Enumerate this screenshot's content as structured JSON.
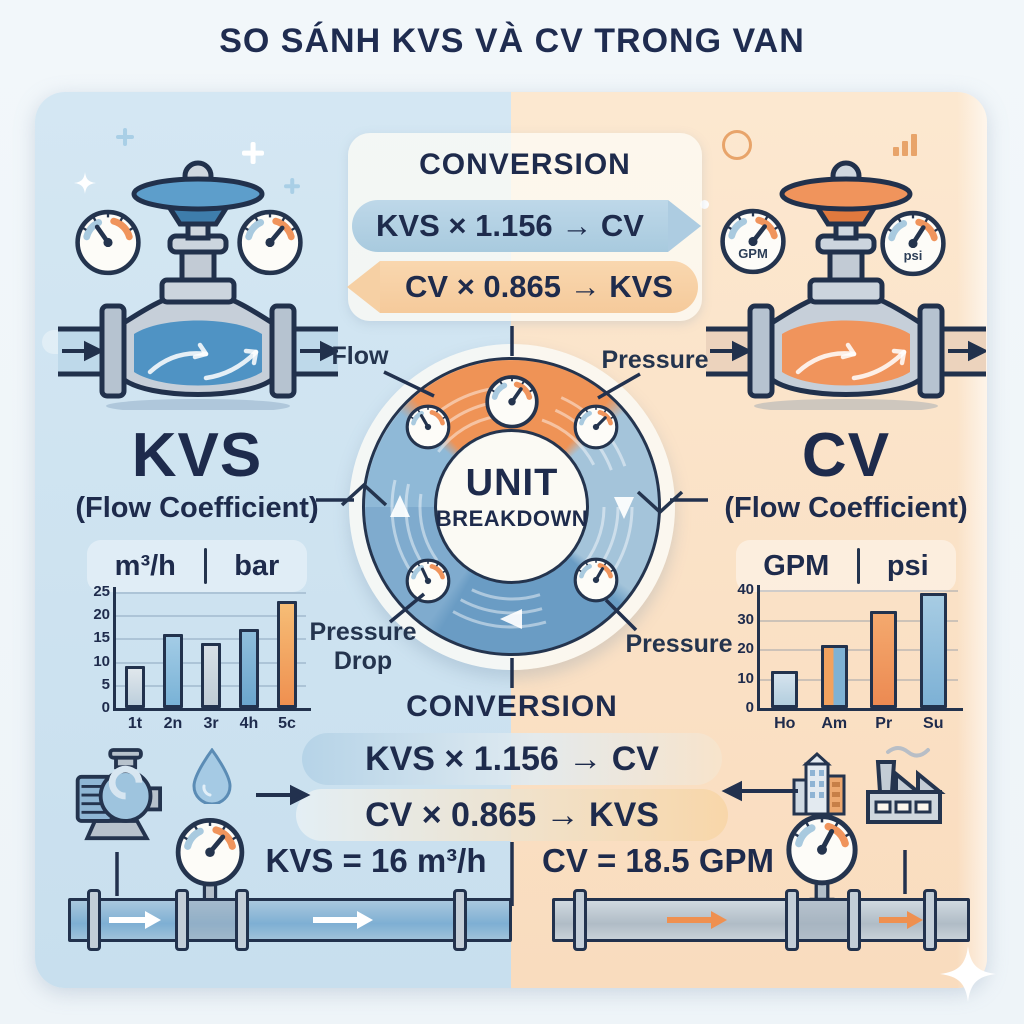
{
  "title": "SO SÁNH KVS VÀ CV TRONG VAN",
  "accent_colors": {
    "navy": "#1e2b4c",
    "panel_blue": "#cee3f0",
    "panel_peach": "#fbe3c8",
    "accent_blue": "#7fb2d4",
    "accent_orange": "#ef9050"
  },
  "conversion_top": {
    "heading": "CONVERSION",
    "kvs_to_cv": "KVS × 1.156 → CV",
    "cv_to_kvs": "CV × 0.865 → KVS"
  },
  "conversion_bottom": {
    "heading": "CONVERSION",
    "kvs_to_cv": "KVS × 1.156 → CV",
    "cv_to_kvs": "CV × 0.865 → KVS"
  },
  "kvs": {
    "name": "KVS",
    "subtitle": "(Flow Coefficient)",
    "unit_flow": "m³/h",
    "unit_pressure": "bar",
    "example": "KVS = 16 m³/h"
  },
  "cv": {
    "name": "CV",
    "subtitle": "(Flow Coefficient)",
    "unit_flow": "GPM",
    "unit_pressure": "psi",
    "gauge_flow_label": "GPM",
    "gauge_pressure_label": "psi",
    "example": "CV = 18.5 GPM"
  },
  "unit_breakdown": {
    "line1": "UNIT",
    "line2": "BREAKDOWN",
    "label_flow": "Flow",
    "label_pressure_top": "Pressure",
    "label_pressure_drop": "Pressure Drop",
    "label_pressure_bottom": "Pressure"
  },
  "icons": {
    "pump": "pump-icon",
    "water_drop": "water-drop-icon",
    "building": "building-icon",
    "factory": "factory-icon",
    "pressure_gauge": "pressure-gauge-icon",
    "globe_valve": "globe-valve-icon"
  },
  "chart_data": [
    {
      "type": "bar",
      "side": "kvs",
      "categories": [
        "1t",
        "2n",
        "3r",
        "4h",
        "5c"
      ],
      "values": [
        9,
        16,
        14,
        17,
        23
      ],
      "yticks": [
        0,
        5,
        10,
        15,
        20,
        25
      ],
      "ylim": [
        0,
        25
      ],
      "title": "",
      "xlabel": "",
      "ylabel": "",
      "grid": true,
      "legend": false,
      "bar_colors": [
        "linear-gradient(180deg,#e0e7ec,#bdcfdc)",
        "linear-gradient(180deg,#a3cce6,#79b2d6)",
        "linear-gradient(180deg,#d8e0e7,#c0ccd6)",
        "linear-gradient(180deg,#8fbedc,#6ba6cd)",
        "linear-gradient(180deg,#f6bd76,#ef9050)"
      ]
    },
    {
      "type": "bar",
      "side": "cv",
      "categories": [
        "Ho",
        "Am",
        "Pr",
        "Su"
      ],
      "values": [
        12.5,
        21.5,
        33,
        39
      ],
      "yticks": [
        0,
        10,
        20,
        30,
        40
      ],
      "ylim": [
        0,
        40
      ],
      "title": "",
      "xlabel": "",
      "ylabel": "",
      "grid": true,
      "legend": false,
      "bar_colors": [
        "linear-gradient(180deg,#d5e3ee,#b3cede)",
        "linear-gradient(90deg,#f2a25f 0 45%,#7fb2d4 45% 100%)",
        "linear-gradient(180deg,#f4a96e,#ec8a52)",
        "linear-gradient(180deg,#a7cce3,#7db1d5)"
      ]
    }
  ]
}
